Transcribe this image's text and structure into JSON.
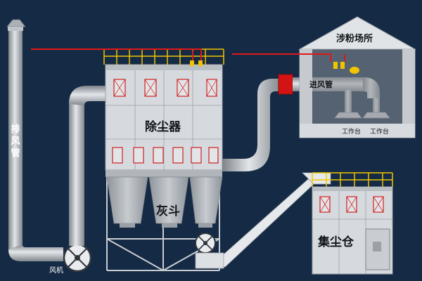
{
  "labels": {
    "exhaust_pipe": "排风管",
    "fan": "风机",
    "dust_collector": "除尘器",
    "ash_hopper": "灰斗",
    "inlet_pipe": "进风管",
    "dust_site": "涉粉场所",
    "workstation": "工作台",
    "dust_bin": "集尘仓"
  },
  "colors": {
    "background": "#152a45",
    "pipe": "#a9adb3",
    "building": "#d9dde1",
    "panel": "#c9cdd2",
    "window_frame": "#d02020",
    "signal_line": "#e01818",
    "railing": "#f2c400",
    "valve": "#e01010",
    "text_dark": "#101418",
    "text_light": "#ffffff"
  }
}
